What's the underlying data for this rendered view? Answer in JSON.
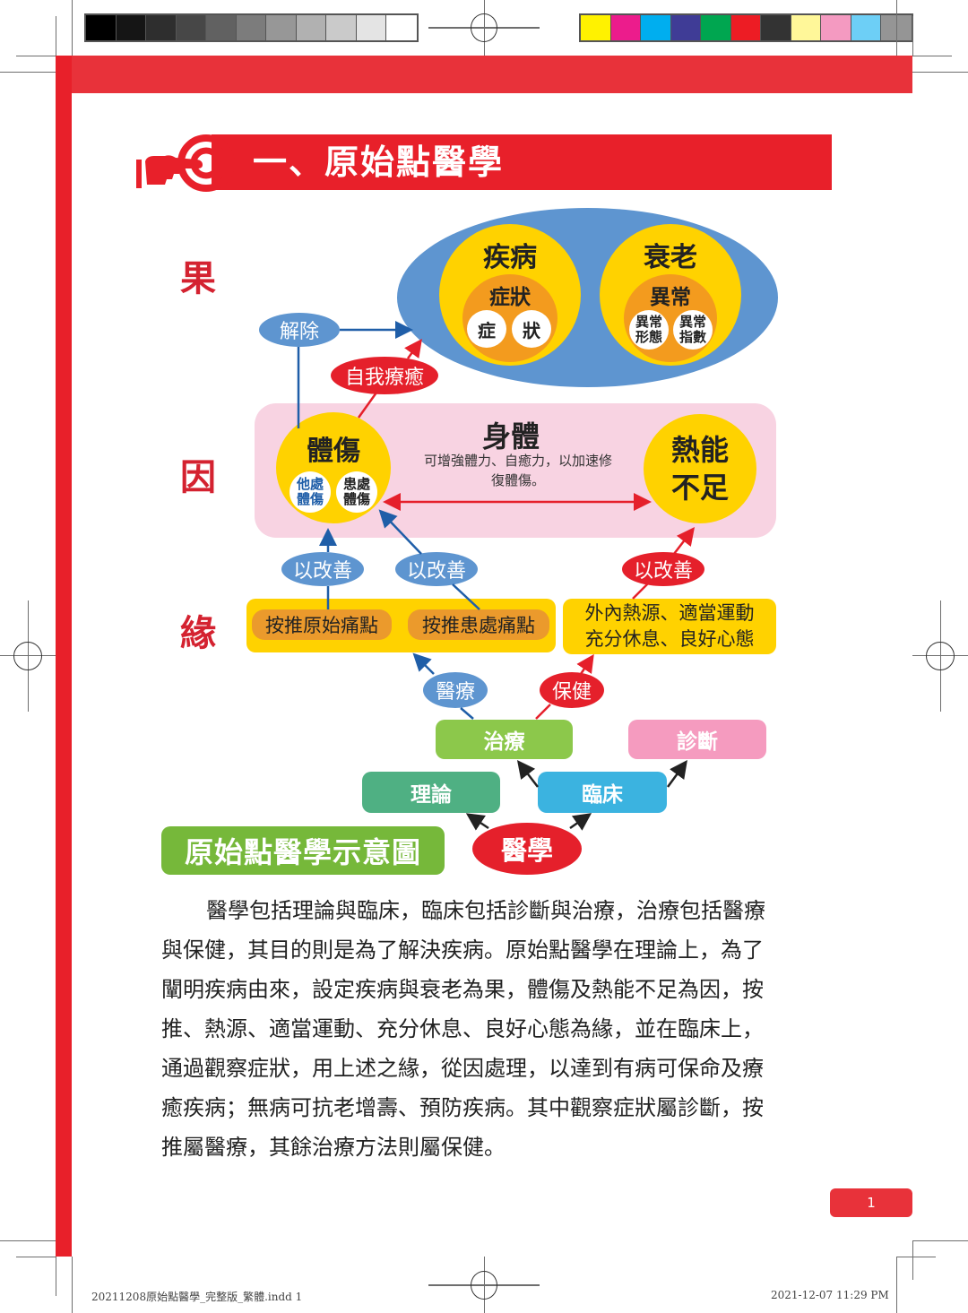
{
  "print_marks": {
    "grayscale_swatches": [
      "#000000",
      "#151515",
      "#2e2e2e",
      "#474747",
      "#616161",
      "#7c7c7c",
      "#979797",
      "#b1b1b1",
      "#cacaca",
      "#e4e4e4",
      "#ffffff"
    ],
    "color_swatches": [
      "#fff200",
      "#ec1c8c",
      "#00aeef",
      "#3f3c96",
      "#00a650",
      "#ed1c24",
      "#333333",
      "#fff799",
      "#f49ac1",
      "#6dcff6",
      "#959595"
    ]
  },
  "colors": {
    "brand_red": "#e8202a",
    "blue": "#5e95d0",
    "yellow": "#ffd200",
    "orange": "#f39b1e",
    "pink": "#f8d3e2",
    "green_treatment": "#8cc84b",
    "green_theory": "#4fb083",
    "cyan_clinical": "#3bb3e0",
    "pink_diagnosis": "#f59bbf",
    "green_legend": "#76b83a"
  },
  "header": {
    "icon": "pointing-hand-target-icon",
    "title": "一、原始點醫學"
  },
  "side_labels": {
    "effect": "果",
    "cause": "因",
    "condition": "緣"
  },
  "diagram": {
    "effects": {
      "disease": {
        "title": "疾病",
        "inner": "症狀",
        "items": [
          "症",
          "狀"
        ]
      },
      "aging": {
        "title": "衰老",
        "inner": "異常",
        "items": [
          [
            "異常",
            "形態"
          ],
          [
            "異常",
            "指數"
          ]
        ]
      }
    },
    "relieve_label": "解除",
    "self_heal_label": "自我療癒",
    "body": {
      "title": "身體",
      "desc_line1": "可增強體力、自癒力，以加速修",
      "desc_line2": "復體傷。"
    },
    "injury": {
      "title": "體傷",
      "items": [
        [
          "他處",
          "體傷"
        ],
        [
          "患處",
          "體傷"
        ]
      ]
    },
    "heat_deficit": {
      "line1": "熱能",
      "line2": "不足"
    },
    "improve_labels": [
      "以改善",
      "以改善",
      "以改善"
    ],
    "conditions": {
      "massage_origin": "按推原始痛點",
      "massage_affected": "按推患處痛點",
      "lifestyle_line1": "外內熱源、適當運動",
      "lifestyle_line2": "充分休息、良好心態"
    },
    "medical_treatment_label": "醫療",
    "health_care_label": "保健",
    "treatment": "治療",
    "diagnosis": "診斷",
    "theory": "理論",
    "clinical": "臨床",
    "medicine": "醫學"
  },
  "legend": {
    "caption": "原始點醫學示意圖"
  },
  "paragraph": {
    "lines": [
      "醫學包括理論與臨床，臨床包括診斷與治療，治療包括醫療",
      "與保健，其目的則是為了解決疾病。原始點醫學在理論上，為了",
      "闡明疾病由來，設定疾病與衰老為果，體傷及熱能不足為因，按",
      "推、熱源、適當運動、充分休息、良好心態為緣，並在臨床上，",
      "通過觀察症狀，用上述之緣，從因處理，以達到有病可保命及療",
      "癒疾病；無病可抗老增壽、預防疾病。其中觀察症狀屬診斷，按",
      "推屬醫療，其餘治療方法則屬保健。"
    ]
  },
  "page_number": "1",
  "footer": {
    "filename": "20211208原始點醫學_完整版_繁體.indd   1",
    "timestamp": "2021-12-07   11:29 PM"
  }
}
